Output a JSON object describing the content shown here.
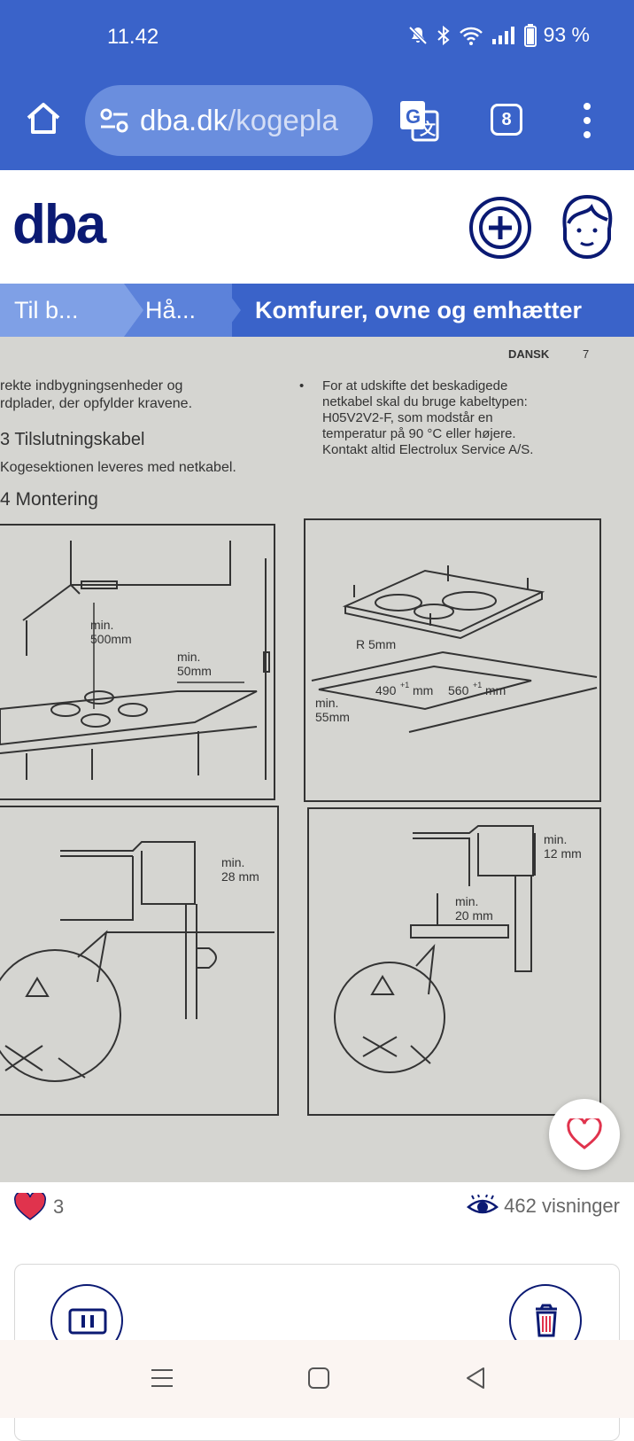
{
  "status": {
    "time": "11.42",
    "battery": "93 %",
    "icons": [
      "mute-icon",
      "bluetooth-icon",
      "wifi-icon",
      "signal-icon",
      "battery-icon"
    ]
  },
  "browser": {
    "url_domain": "dba.dk",
    "url_path": "/kogepla",
    "tab_count": "8"
  },
  "site": {
    "logo": "dba"
  },
  "breadcrumb": {
    "items": [
      "Til b...",
      "Hå...",
      "Komfurer, ovne og emhætter"
    ]
  },
  "photo": {
    "page_header": "DANSK",
    "page_number": "7",
    "left_col_line1": "rekte indbygningsenheder og",
    "left_col_line2": "rdplader, der opfylder kravene.",
    "section3_title": "3 Tilslutningskabel",
    "section3_text": "Kogesektionen leveres med netkabel.",
    "section4_title": "4 Montering",
    "right_bullet": "•",
    "right_col_line1": "For at udskifte det beskadigede",
    "right_col_line2": "netkabel skal du bruge kabeltypen:",
    "right_col_line3": "H05V2V2-F, som modstår en",
    "right_col_line4": "temperatur på 90 °C eller højere.",
    "right_col_line5": "Kontakt altid Electrolux Service A/S.",
    "dim_min": "min.",
    "dim_500": "500mm",
    "dim_50": "50mm",
    "dim_r5": "R 5mm",
    "dim_490": "490",
    "dim_560": "560",
    "dim_sup": "+1",
    "dim_mm": "mm",
    "dim_55": "55mm",
    "dim_28": "28 mm",
    "dim_12": "12 mm",
    "dim_20": "20 mm"
  },
  "stats": {
    "likes": "3",
    "views": "462 visninger"
  },
  "colors": {
    "brand_blue": "#3a63c9",
    "navy": "#0b1a73",
    "like_red": "#e0334d"
  }
}
